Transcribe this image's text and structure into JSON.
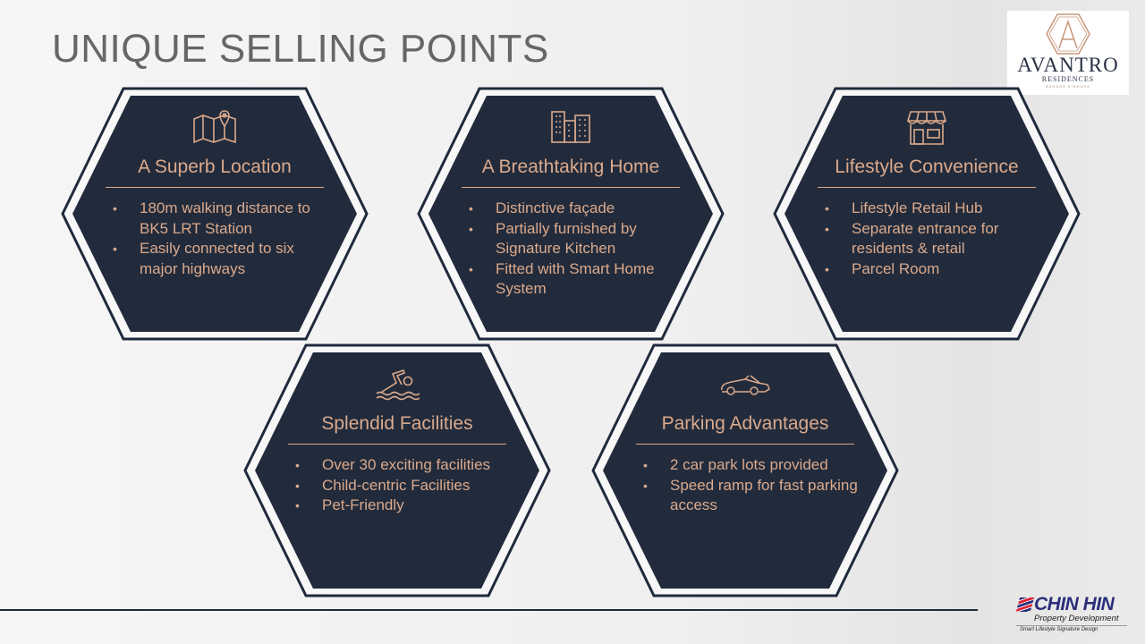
{
  "page": {
    "title": "UNIQUE SELLING POINTS"
  },
  "logo": {
    "name": "AVANTRO",
    "sub": "RESIDENCES",
    "location": "BANDAR KINRARA"
  },
  "footer_logo": {
    "brand": "CHIN HIN",
    "line1": "Property Development",
    "tagline": "Smart Lifestyle Signature Design"
  },
  "colors": {
    "hex_fill": "#222b3c",
    "accent": "#dba98b",
    "title": "#666666"
  },
  "cards": [
    {
      "icon": "map-pin-icon",
      "title": "A Superb Location",
      "bullets": [
        "180m walking distance to BK5 LRT Station",
        "Easily connected to six major highways"
      ]
    },
    {
      "icon": "buildings-icon",
      "title": "A Breathtaking Home",
      "bullets": [
        "Distinctive façade",
        "Partially furnished by Signature Kitchen",
        "Fitted with Smart Home System"
      ]
    },
    {
      "icon": "storefront-icon",
      "title": "Lifestyle Convenience",
      "bullets": [
        "Lifestyle Retail Hub",
        "Separate entrance for residents & retail",
        "Parcel Room"
      ]
    },
    {
      "icon": "swimmer-icon",
      "title": "Splendid Facilities",
      "bullets": [
        "Over 30 exciting facilities",
        "Child-centric Facilities",
        "Pet-Friendly"
      ]
    },
    {
      "icon": "car-icon",
      "title": "Parking Advantages",
      "bullets": [
        "2 car park lots provided",
        "Speed ramp for fast parking access"
      ]
    }
  ]
}
